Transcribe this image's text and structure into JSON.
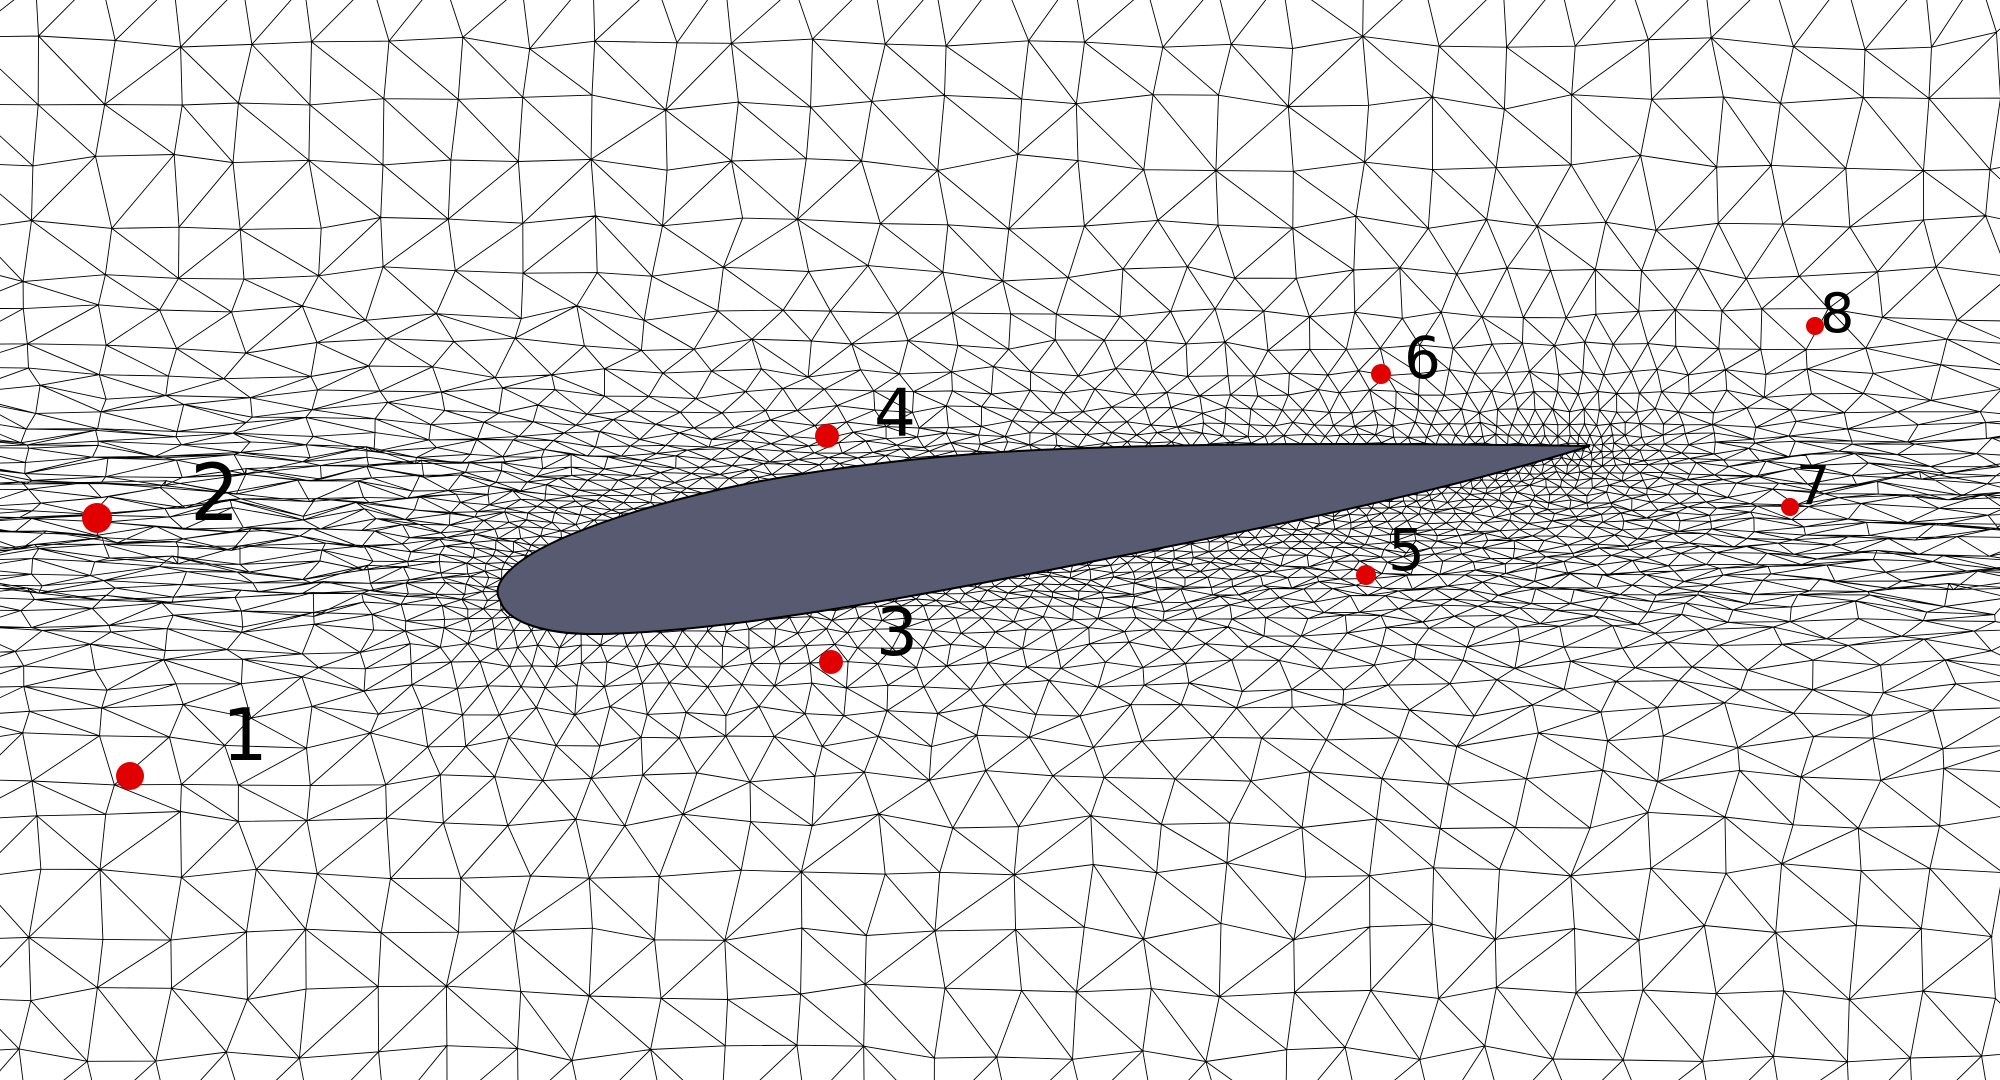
{
  "colors": {
    "background": "#ffffff",
    "mesh_line": "#000000",
    "airfoil_fill": "#575a70",
    "probe_fill": "#e00000"
  },
  "probes": [
    {
      "label": "1"
    },
    {
      "label": "2"
    },
    {
      "label": "3"
    },
    {
      "label": "4"
    },
    {
      "label": "5"
    },
    {
      "label": "6"
    },
    {
      "label": "7"
    },
    {
      "label": "8"
    }
  ]
}
